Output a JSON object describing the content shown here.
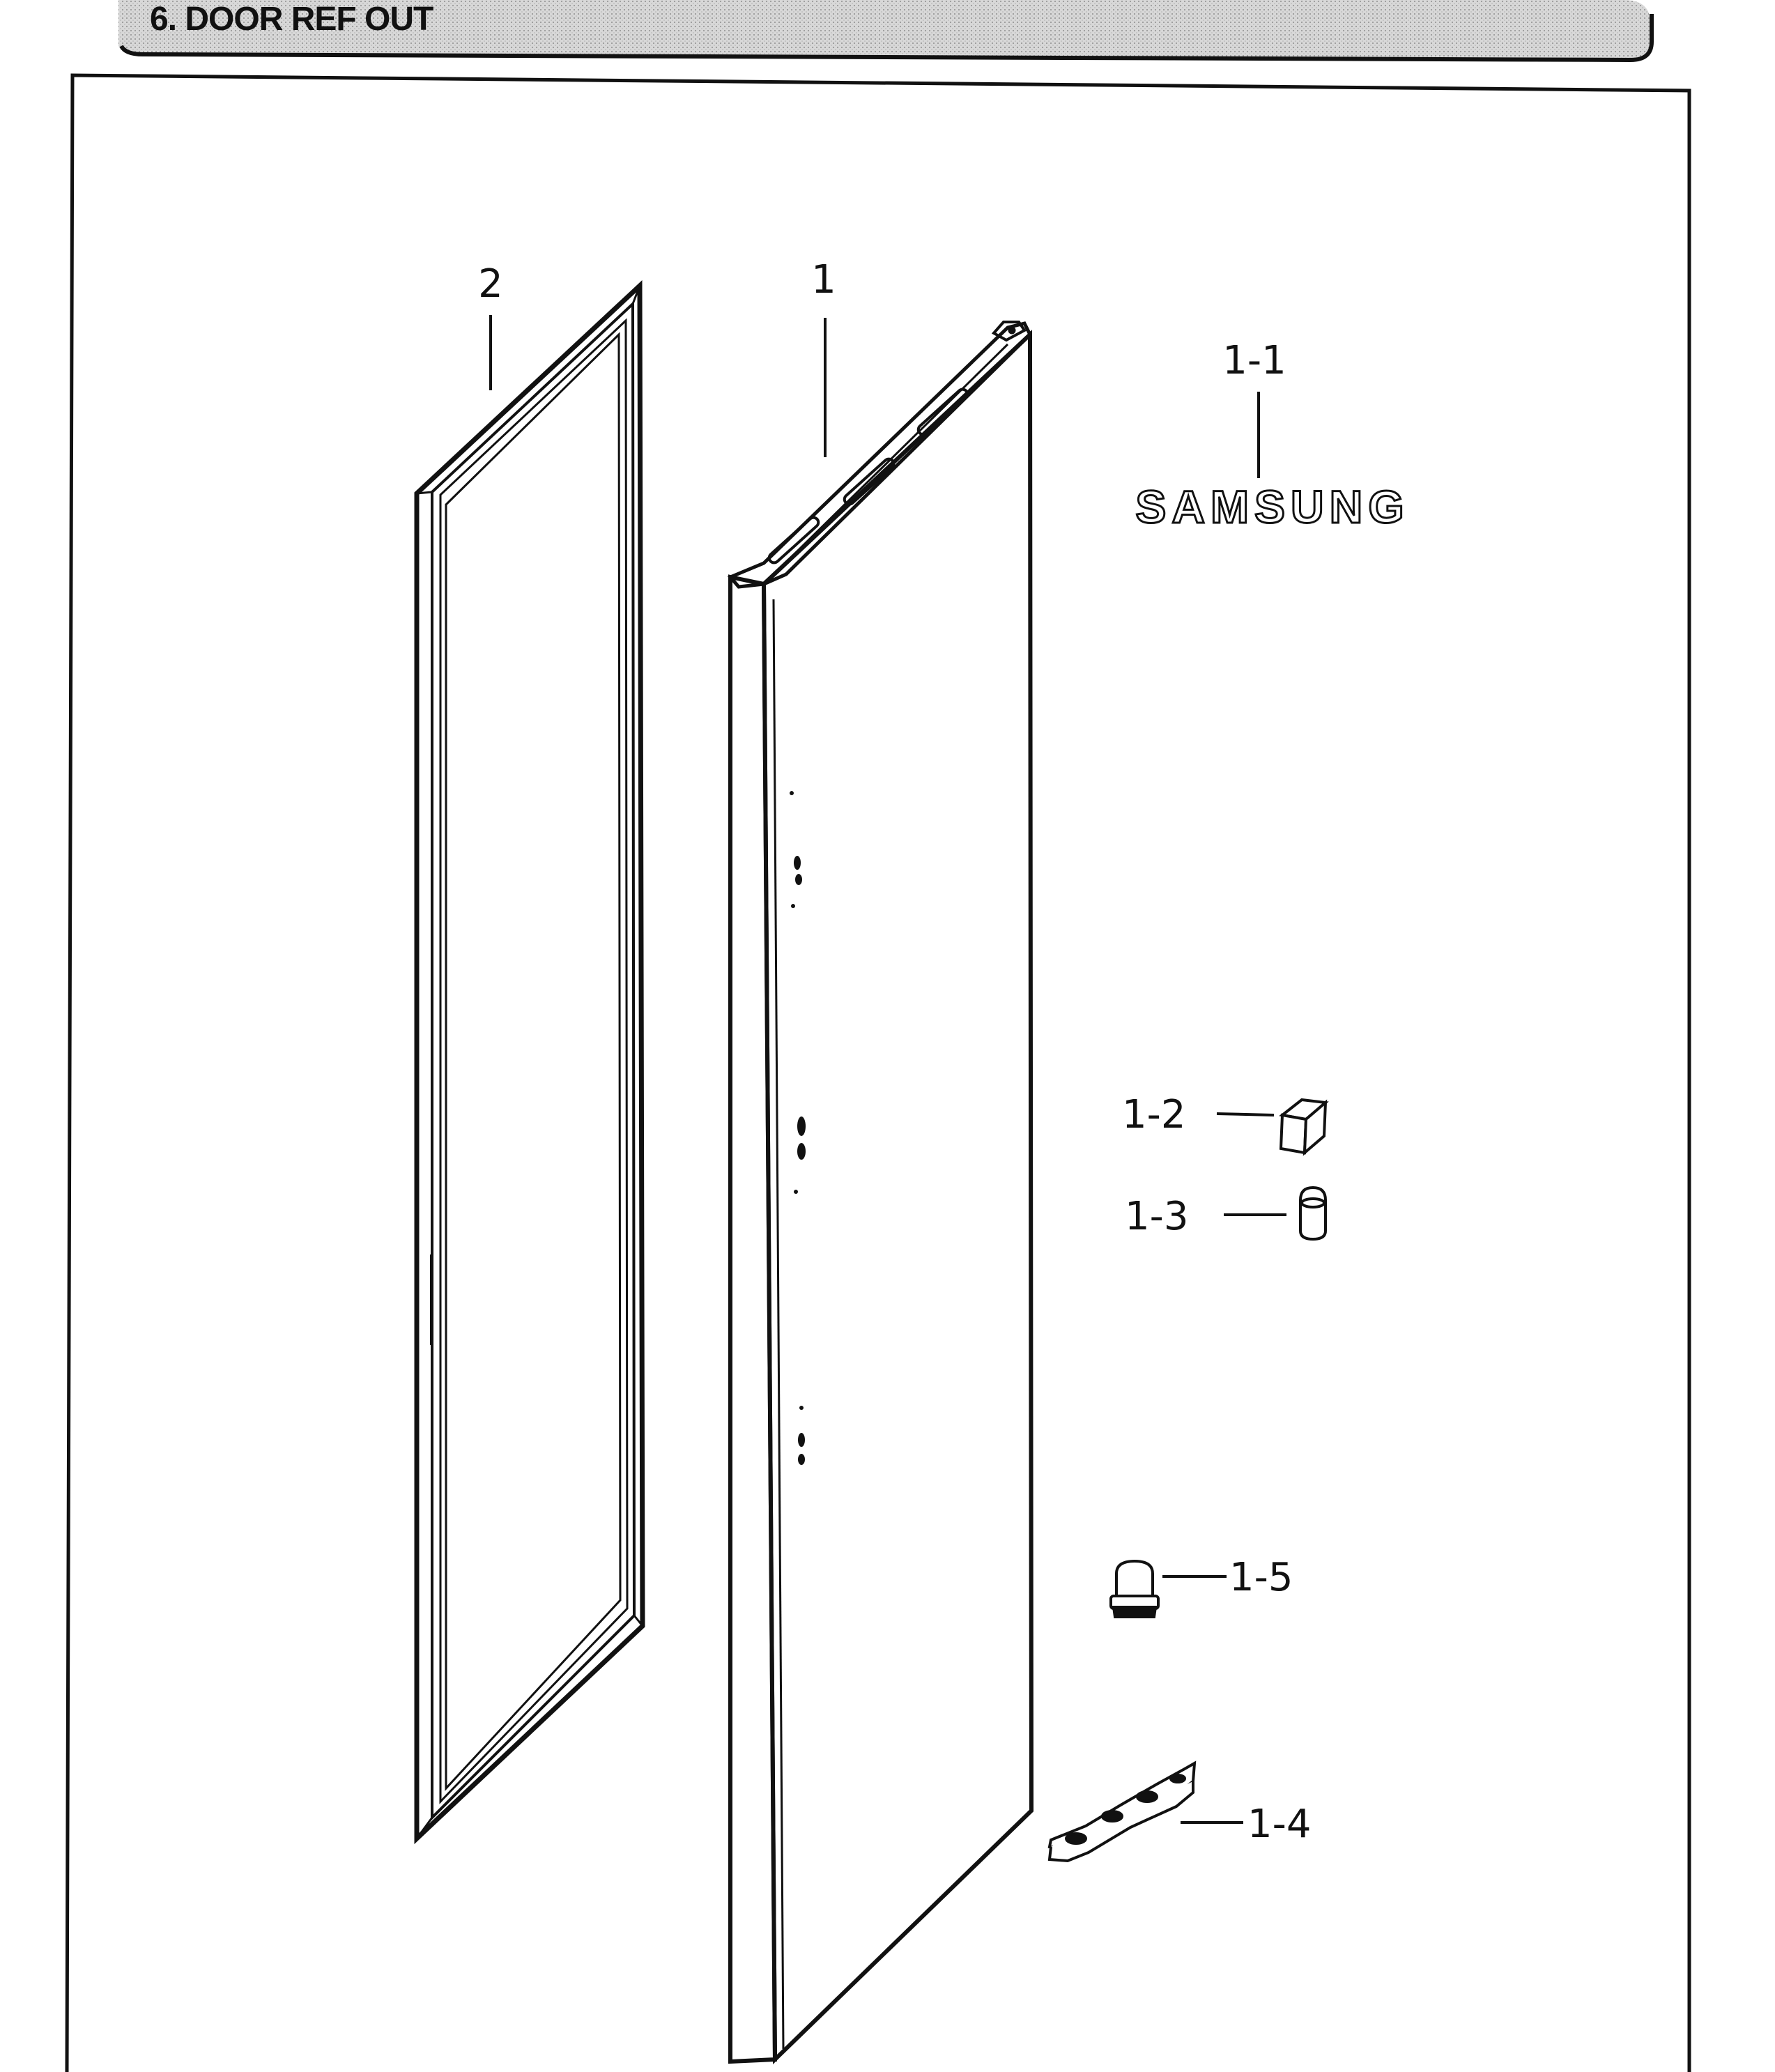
{
  "header": {
    "title": "6. DOOR REF OUT"
  },
  "brand": {
    "logo_text": "SAMSUNG"
  },
  "callouts": {
    "c2": "2",
    "c1": "1",
    "c1_1": "1-1",
    "c1_2": "1-2",
    "c1_3": "1-3",
    "c1_5": "1-5",
    "c1_4": "1-4"
  },
  "colors": {
    "line": "#111111",
    "header_band": "#c4c4c4",
    "background": "#ffffff"
  }
}
